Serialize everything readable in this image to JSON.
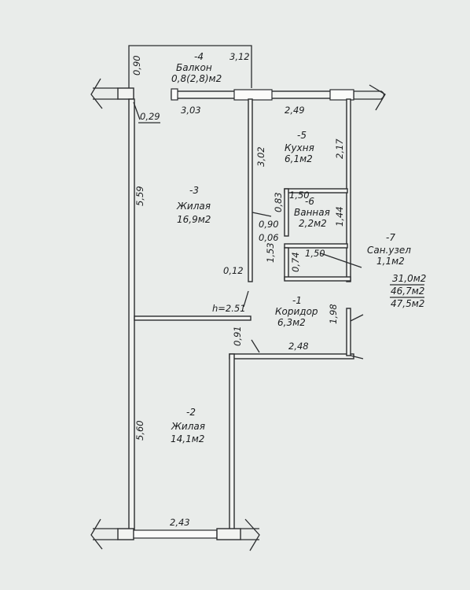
{
  "rooms": {
    "balcony": {
      "num": "-4",
      "name": "Балкон",
      "area": "0,8(2,8)м2"
    },
    "kitchen": {
      "num": "-5",
      "name": "Кухня",
      "area": "6,1м2"
    },
    "living1": {
      "num": "-3",
      "name": "Жилая",
      "area": "16,9м2"
    },
    "bath": {
      "num": "-6",
      "name": "Ванная",
      "area": "2,2м2"
    },
    "wc": {
      "num": "-7",
      "name": "Сан.узел",
      "area": "1,1м2"
    },
    "corridor": {
      "num": "-1",
      "name": "Коридор",
      "area": "6,3м2"
    },
    "living2": {
      "num": "-2",
      "name": "Жилая",
      "area": "14,1м2"
    }
  },
  "dims": {
    "balc_h": "0,90",
    "balc_w": "3,12",
    "w303": "3,03",
    "w249": "2,49",
    "w029": "0,29",
    "h559": "5,59",
    "h302": "3,02",
    "h217": "2,17",
    "w150a": "1,50",
    "h083": "0,83",
    "h144": "1,44",
    "w090": "0,90",
    "w006": "0,06",
    "h153": "1,53",
    "w150b": "1,50",
    "h074": "0,74",
    "w012": "0,12",
    "ceil": "h=2.51",
    "h198": "1,98",
    "h091": "0,91",
    "w248": "2,48",
    "h560": "5,60",
    "w243": "2,43"
  },
  "totals": {
    "living": "31,0м2",
    "total": "46,7м2",
    "gross": "47,5м2"
  }
}
